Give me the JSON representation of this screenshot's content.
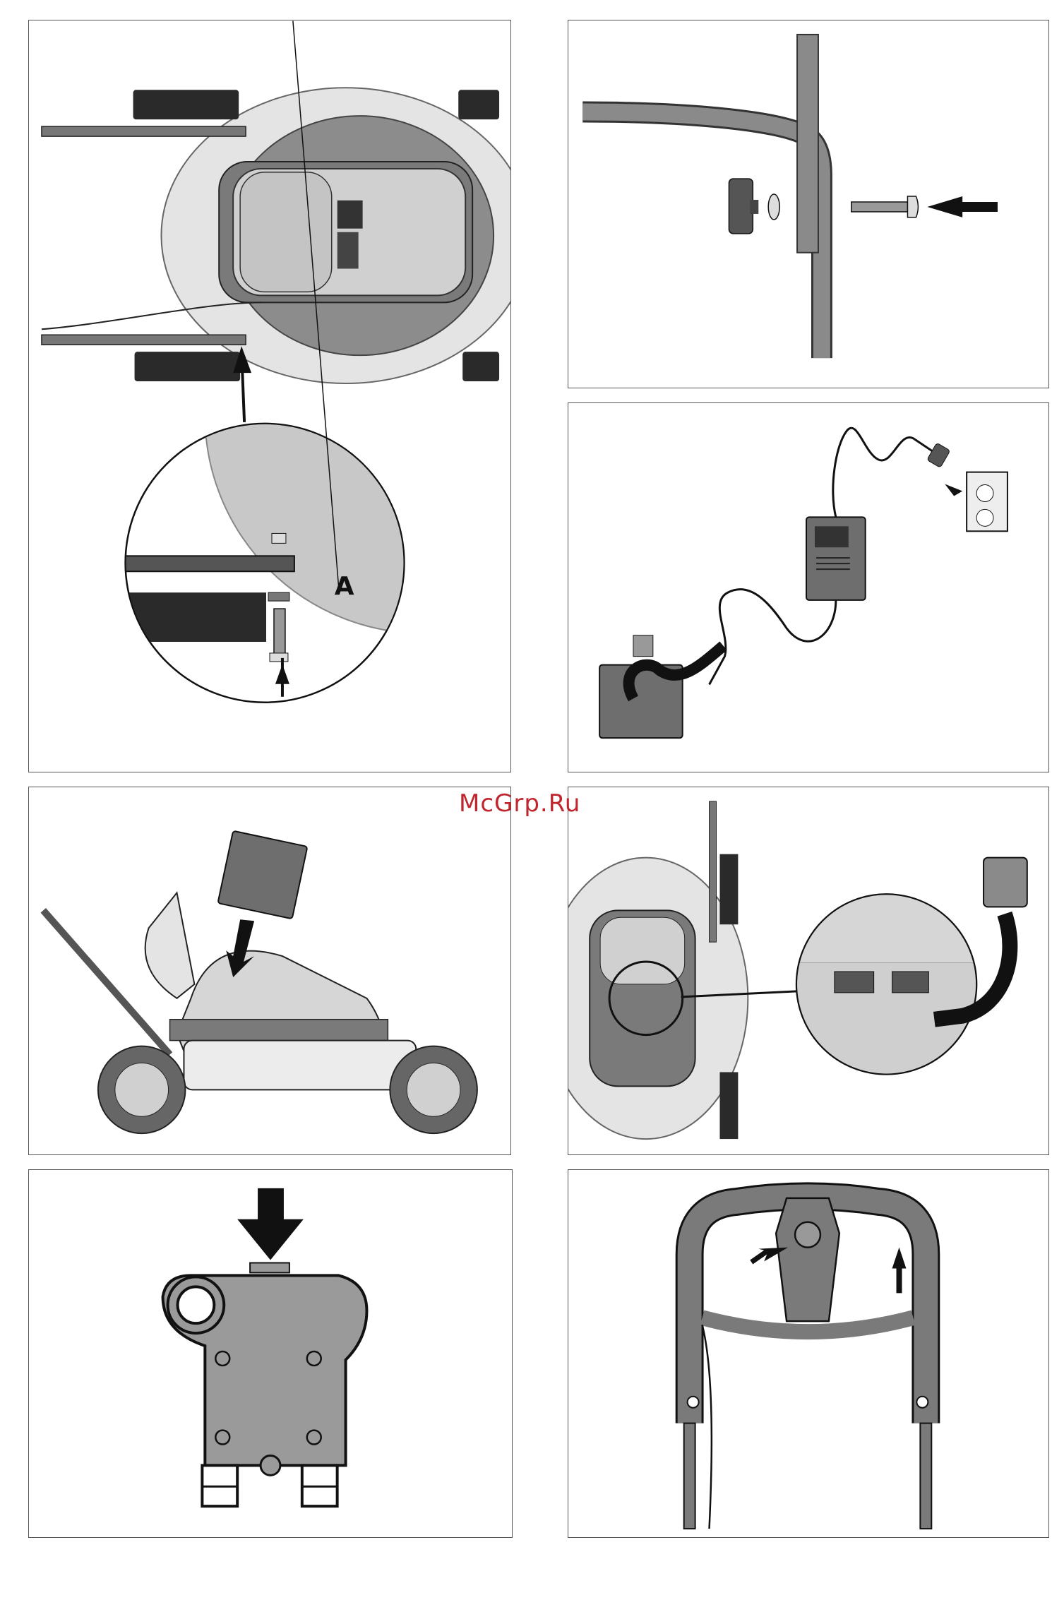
{
  "figure": {
    "callout_label": "A",
    "watermark_text": "McGrp.Ru"
  },
  "panels": [
    {
      "id": "panel-1",
      "icon": "mower-top-view-axle-detail"
    },
    {
      "id": "panel-2",
      "icon": "handle-bolt-assembly"
    },
    {
      "id": "panel-3",
      "icon": "battery-charger-connection"
    },
    {
      "id": "panel-4",
      "icon": "battery-insert-side-view"
    },
    {
      "id": "panel-5",
      "icon": "battery-socket-detail"
    },
    {
      "id": "panel-6",
      "icon": "safety-key-press"
    },
    {
      "id": "panel-7",
      "icon": "handle-key-slot"
    }
  ],
  "colors": {
    "dark_gray": "#6e6e6e",
    "mid_gray": "#9a9a9a",
    "light_gray": "#d6d6d6",
    "outline": "#111111",
    "watermark": "#c0262d"
  }
}
